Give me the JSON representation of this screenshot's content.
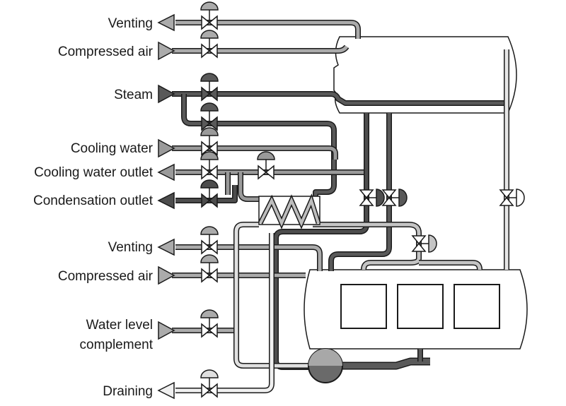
{
  "labels": {
    "venting_top": "Venting",
    "compressed_air_top": "Compressed air",
    "steam": "Steam",
    "cooling_water": "Cooling water",
    "cooling_water_outlet": "Cooling water outlet",
    "condensation_outlet": "Condensation outlet",
    "venting_bottom": "Venting",
    "compressed_air_bottom": "Compressed air",
    "water_level_line1": "Water level",
    "water_level_line2": "complement",
    "draining": "Draining"
  },
  "colors": {
    "steam_line": "#595959",
    "cooling_line": "#9a9a9a",
    "condensate_line": "#4d4d4d",
    "air_line": "#ababab",
    "drain_line": "#e0e0e0",
    "outline": "#1a1a1a"
  }
}
